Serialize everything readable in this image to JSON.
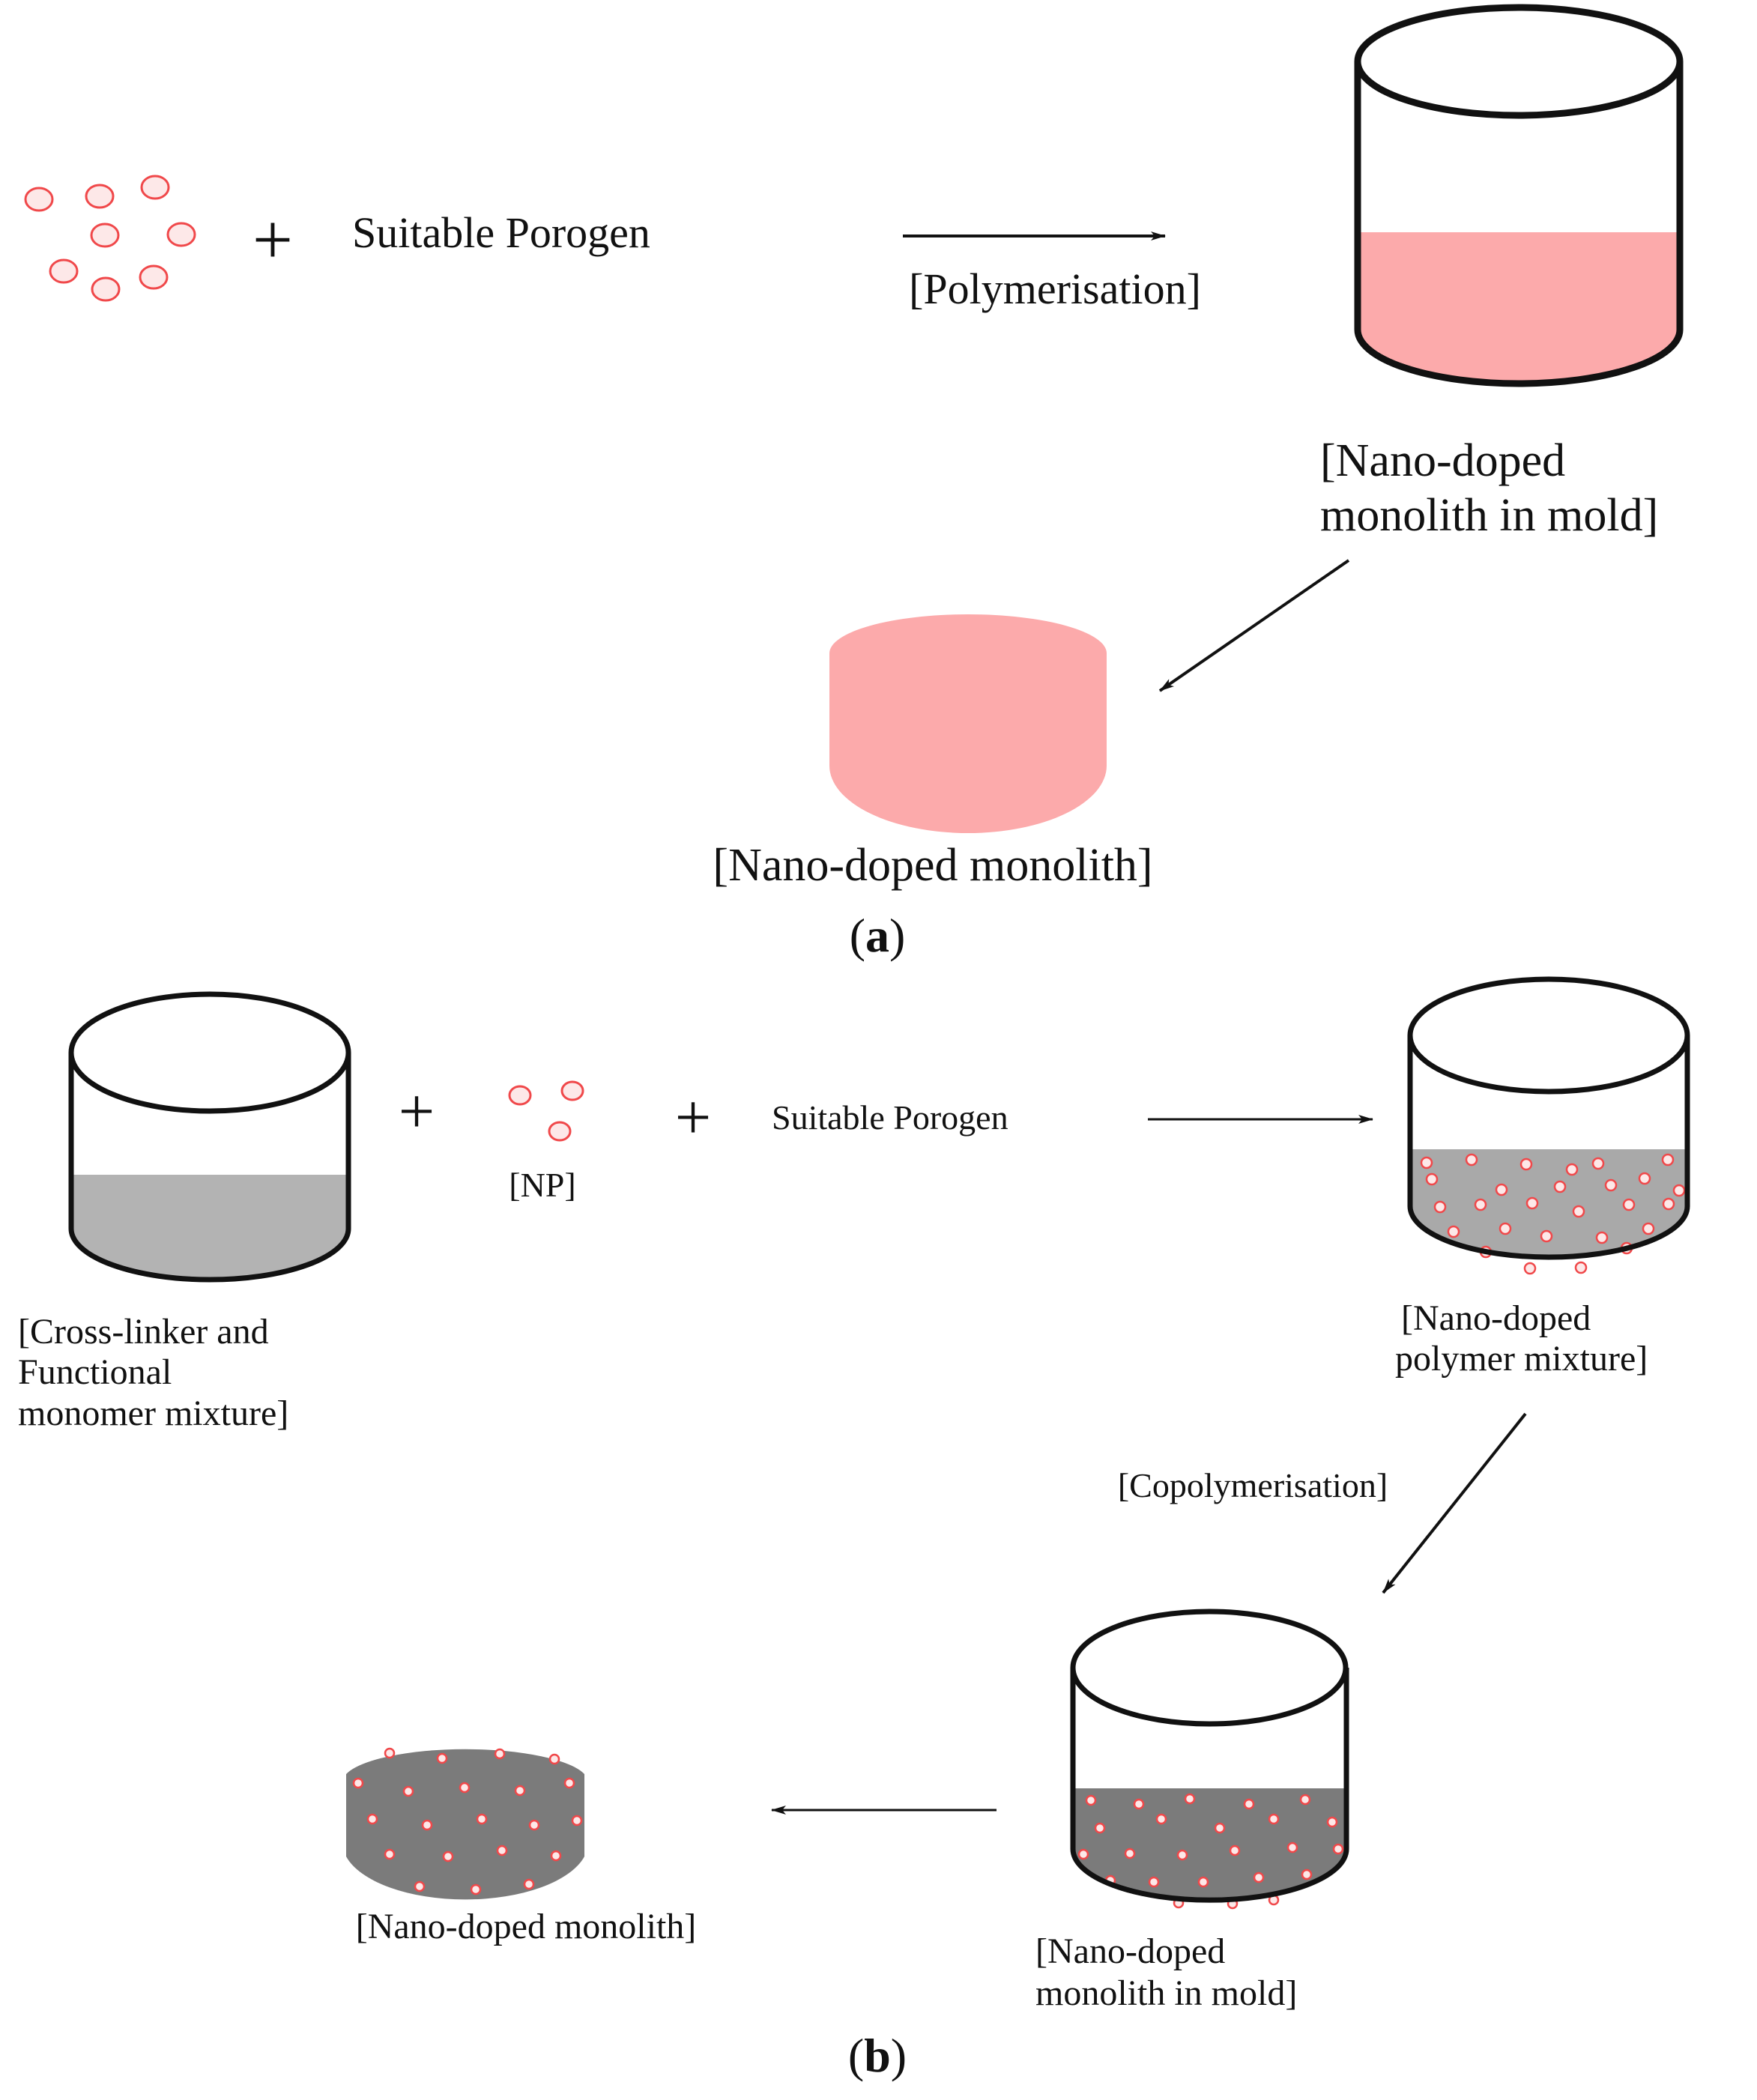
{
  "panel_a": {
    "porogen": "Suitable Porogen",
    "arrow_label": "[Polymerisation]",
    "mold_label": [
      "[Nano-doped",
      "monolith in mold]"
    ],
    "product_label": "[Nano-doped monolith]",
    "panel_open": "(",
    "panel_letter": "a",
    "panel_close": ")",
    "plus_symbol": "+"
  },
  "panel_b": {
    "mixture_label": [
      "[Cross-linker and",
      "Functional",
      "monomer mixture]"
    ],
    "np_label": "[NP]",
    "porogen": "Suitable Porogen",
    "polymer_label": [
      "[Nano-doped",
      "polymer mixture]"
    ],
    "arrow_label": "[Copolymerisation]",
    "mold_label": [
      "[Nano-doped",
      "monolith in mold]"
    ],
    "product_label": "[Nano-doped monolith]",
    "panel_open": "(",
    "panel_letter": "b",
    "panel_close": ")",
    "plus_symbol": "+"
  },
  "colors": {
    "pink_fill": "#fcaaab",
    "particle_red": "#f0484a",
    "particle_fill": "#fde8e8",
    "light_gray_fill": "#b3b3b3",
    "mid_gray_fill": "#a9a9a9",
    "dark_gray_fill": "#7b7b7b",
    "line": "#111111"
  },
  "icons": {
    "particle": "nanoparticle-circle-icon",
    "arrow": "reaction-arrow-icon",
    "plus": "plus-sign-icon",
    "beaker": "cylinder-vessel-icon"
  }
}
